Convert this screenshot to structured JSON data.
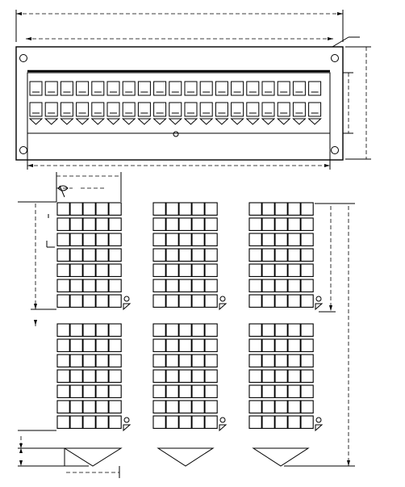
{
  "drawing": {
    "kind": "patch panel mechanical outline",
    "front_panel": {
      "port_rows": 2,
      "ports_per_row": 19,
      "mount_holes": 4
    },
    "module_groups": [
      {
        "name": "left",
        "blocks": 2,
        "rows_per_block": 7,
        "cols": 5
      },
      {
        "name": "center",
        "blocks": 2,
        "rows_per_block": 7,
        "cols": 5
      },
      {
        "name": "right",
        "blocks": 2,
        "rows_per_block": 7,
        "cols": 5
      }
    ],
    "dimension_labels": []
  }
}
